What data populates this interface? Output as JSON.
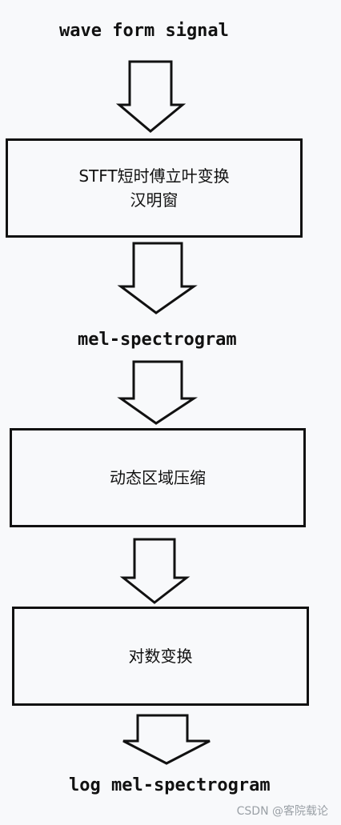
{
  "diagram": {
    "nodes": [
      {
        "id": "input",
        "kind": "label",
        "text": "wave form signal"
      },
      {
        "id": "stft",
        "kind": "process",
        "lines": [
          "STFT短时傅立叶变换",
          "汉明窗"
        ]
      },
      {
        "id": "mel",
        "kind": "label",
        "text": "mel-spectrogram"
      },
      {
        "id": "compress",
        "kind": "process",
        "lines": [
          "动态区域压缩"
        ]
      },
      {
        "id": "log",
        "kind": "process",
        "lines": [
          "对数变换"
        ]
      },
      {
        "id": "output",
        "kind": "label",
        "text": "log mel-spectrogram"
      }
    ],
    "edges": [
      {
        "from": "input",
        "to": "stft"
      },
      {
        "from": "stft",
        "to": "mel"
      },
      {
        "from": "mel",
        "to": "compress"
      },
      {
        "from": "compress",
        "to": "log"
      },
      {
        "from": "log",
        "to": "output"
      }
    ]
  },
  "watermark": "CSDN @客院载论",
  "colors": {
    "stroke": "#111111",
    "background": "#f8f9fb",
    "watermark": "#9aa0a6"
  }
}
